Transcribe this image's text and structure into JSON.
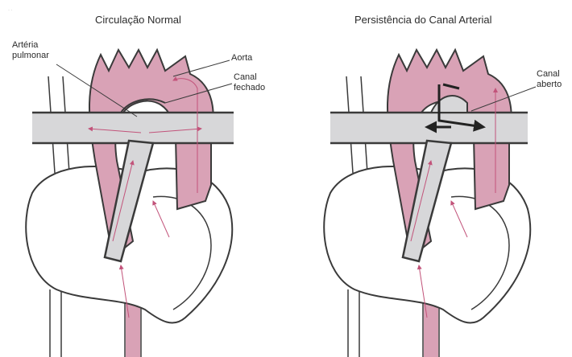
{
  "colors": {
    "aorta": "#d9a2b6",
    "aorta_dark": "#b86c8c",
    "pulmonary": "#d7d7d9",
    "outline": "#3a3a3a",
    "flow_arrow": "#c2537a",
    "shunt_arrow": "#222222"
  },
  "left_panel": {
    "title": "Circulação Normal",
    "labels": {
      "pulmonary_artery_line1": "Artéria",
      "pulmonary_artery_line2": "pulmonar",
      "aorta": "Aorta",
      "duct_closed_line1": "Canal",
      "duct_closed_line2": "fechado"
    }
  },
  "right_panel": {
    "title": "Persistência do Canal Arterial",
    "labels": {
      "duct_open_line1": "Canal",
      "duct_open_line2": "aberto"
    }
  }
}
